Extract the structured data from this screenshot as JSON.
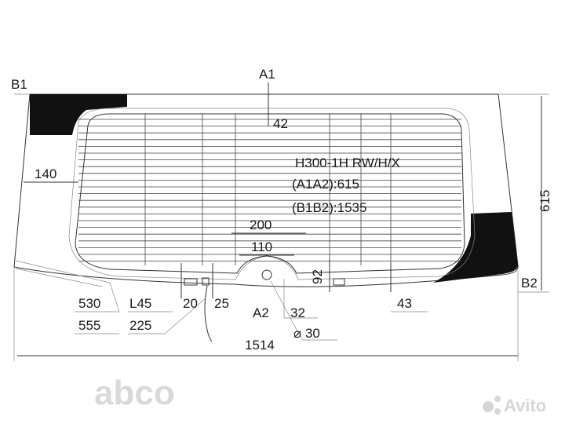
{
  "diagram": {
    "part_code": "H300-1H RW/H/X",
    "a1a2": "(A1A2):615",
    "b1b2": "(B1B2):1535",
    "points": {
      "a1": "A1",
      "a2": "A2",
      "b1": "B1",
      "b2": "B2"
    },
    "dimensions": {
      "top_offset": "42",
      "left_offset": "140",
      "height": "615",
      "d200": "200",
      "d110": "110",
      "d92": "92",
      "d43": "43",
      "d530": "530",
      "d555": "555",
      "l45": "L45",
      "d225": "225",
      "d20": "20",
      "d25": "25",
      "d32": "32",
      "diameter": "⌀ 30",
      "width": "1514"
    },
    "colors": {
      "line": "#333333",
      "fill": "#111111"
    }
  },
  "watermarks": {
    "abco": "abco",
    "avito": "Avito"
  }
}
